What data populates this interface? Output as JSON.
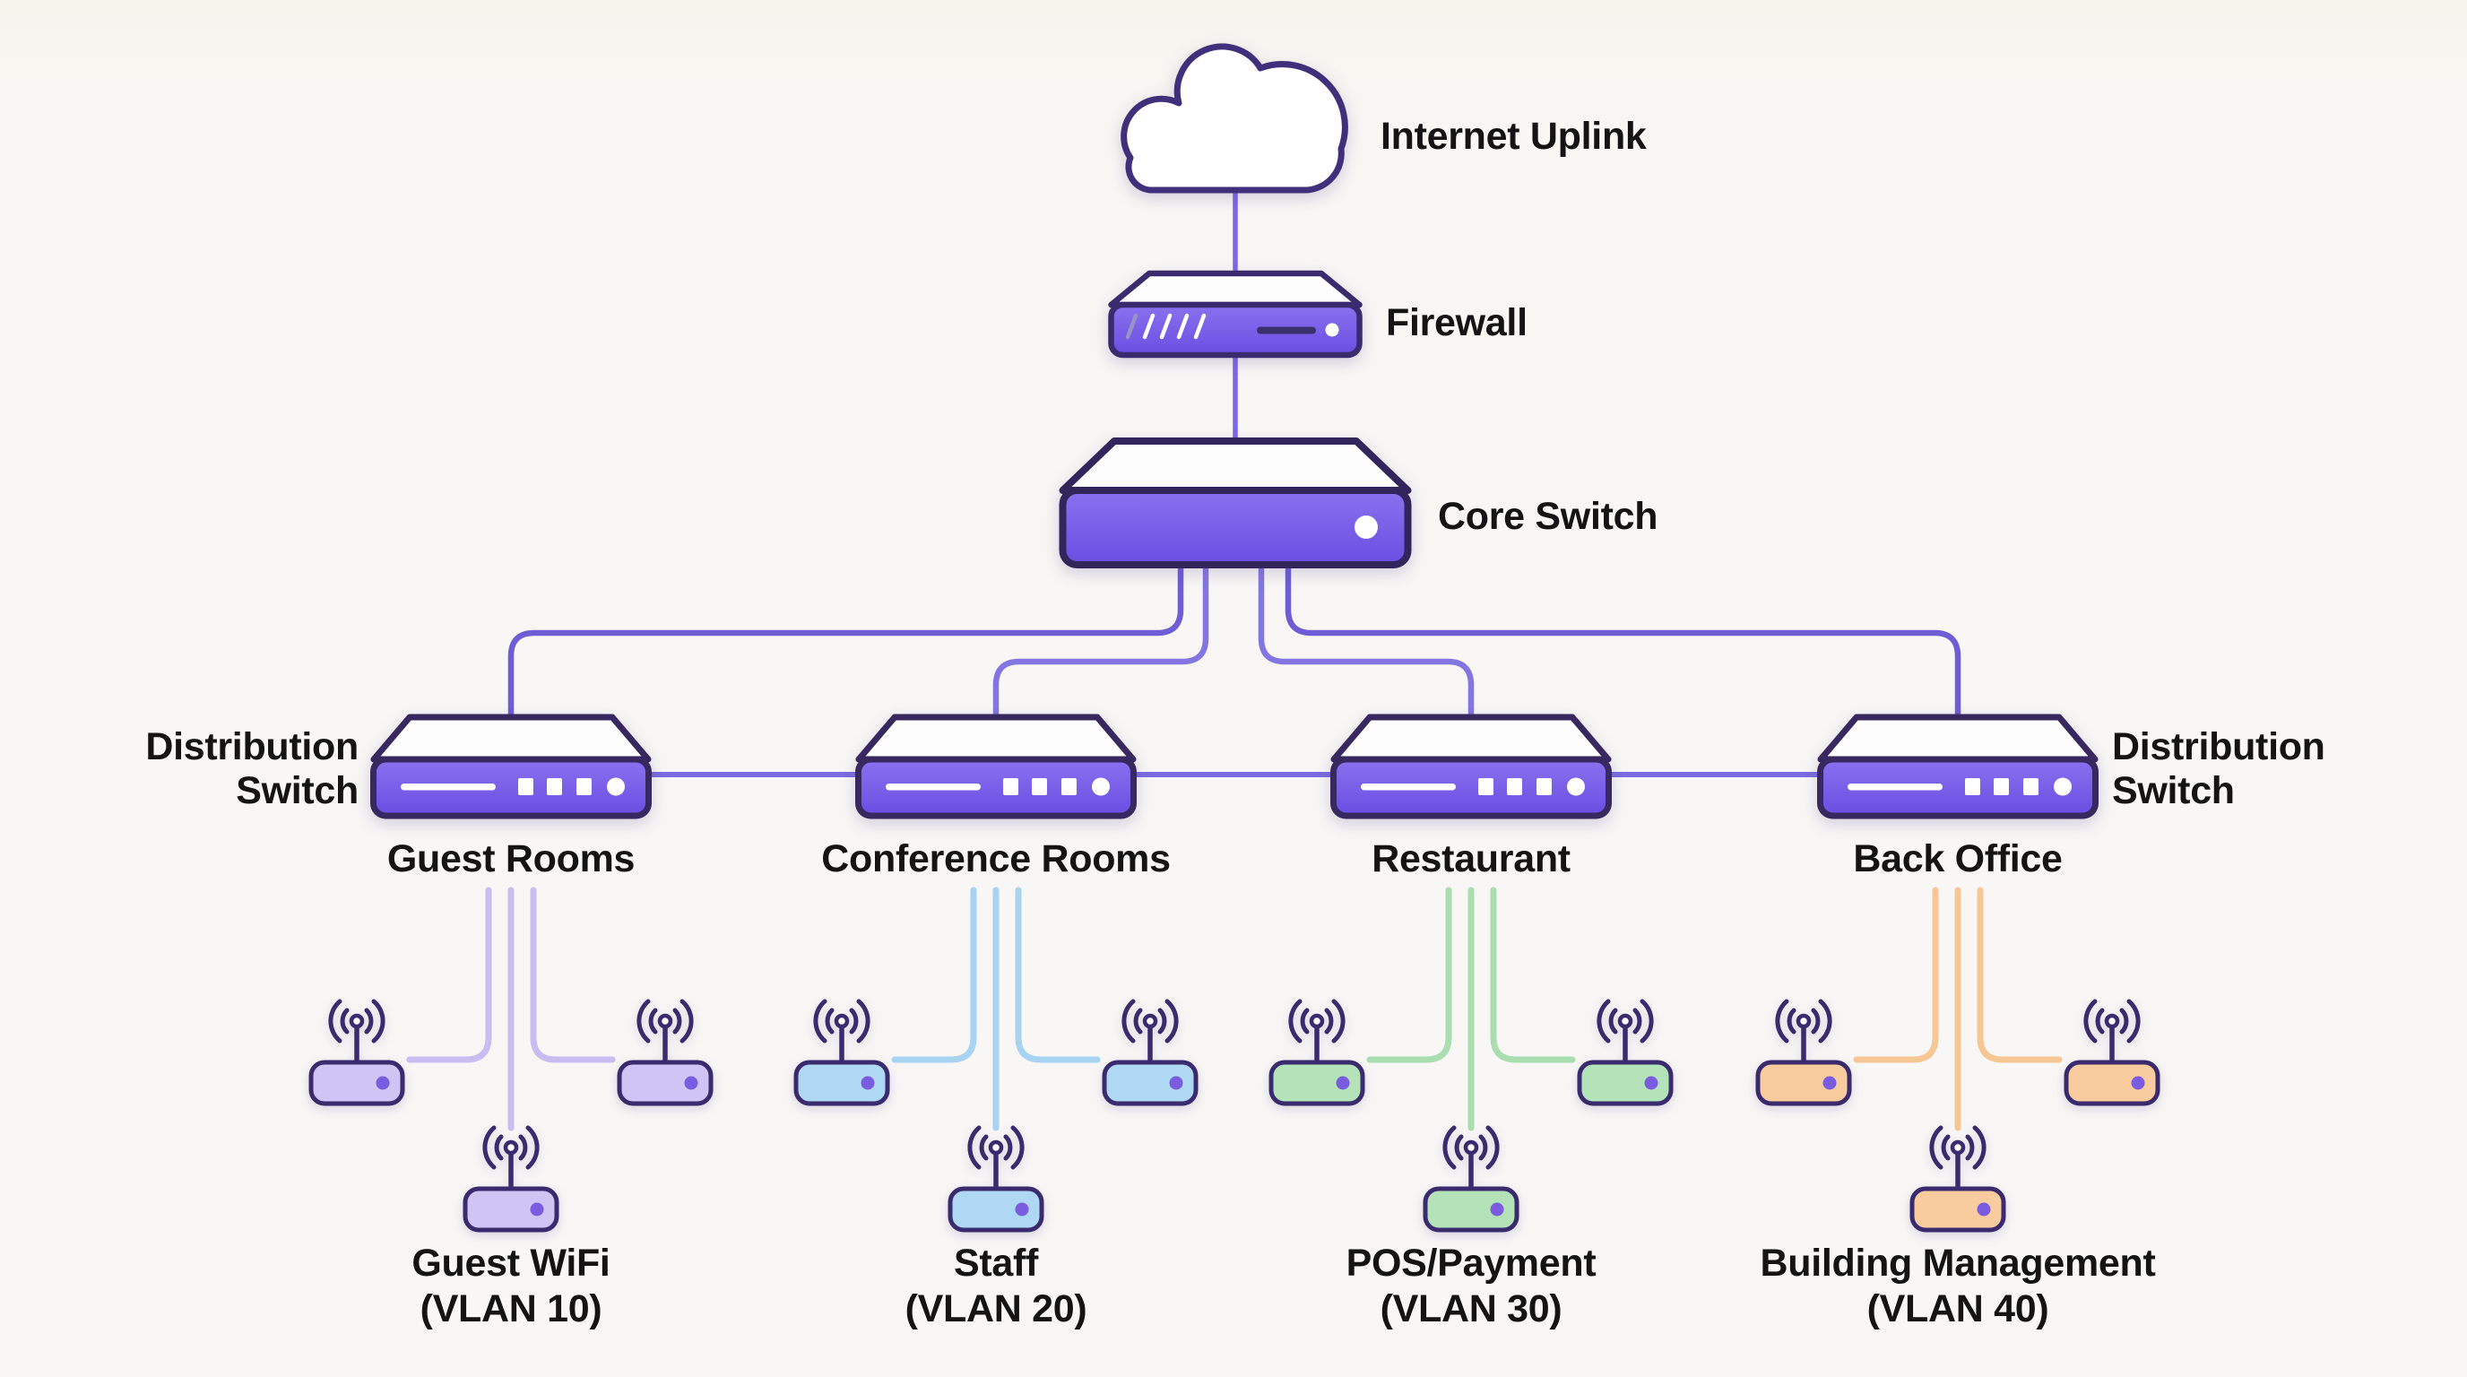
{
  "diagram": {
    "background_color": "#f8f7f4",
    "outline_color": "#38286a",
    "device_color": "#7a5ee8",
    "connector_color": "#7b68e4",
    "trunk_color": "#7b6ce0",
    "branch_color_outer": "#6e5dd4",
    "branch_color_inner": "#8476e2",
    "ap_dot_color": "#7a5ce0",
    "uplink": {
      "label": "Internet Uplink"
    },
    "firewall": {
      "label": "Firewall"
    },
    "core_switch": {
      "label": "Core Switch"
    },
    "distribution_label_left": {
      "line1": "Distribution",
      "line2": "Switch"
    },
    "distribution_label_right": {
      "line1": "Distribution",
      "line2": "Switch"
    },
    "groups": [
      {
        "switch_label": "Guest Rooms",
        "service": "Guest WiFi",
        "vlan": "(VLAN 10)",
        "line_color": "#c8bcf1",
        "ap_fill": "#cfc4f4"
      },
      {
        "switch_label": "Conference Rooms",
        "service": "Staff",
        "vlan": "(VLAN 20)",
        "line_color": "#a8d3f1",
        "ap_fill": "#aed8f3"
      },
      {
        "switch_label": "Restaurant",
        "service": "POS/Payment",
        "vlan": "(VLAN 30)",
        "line_color": "#aadeb1",
        "ap_fill": "#b4e3ba"
      },
      {
        "switch_label": "Back Office",
        "service": "Building Management",
        "vlan": "(VLAN 40)",
        "line_color": "#f6c795",
        "ap_fill": "#f8cc9e"
      }
    ]
  }
}
